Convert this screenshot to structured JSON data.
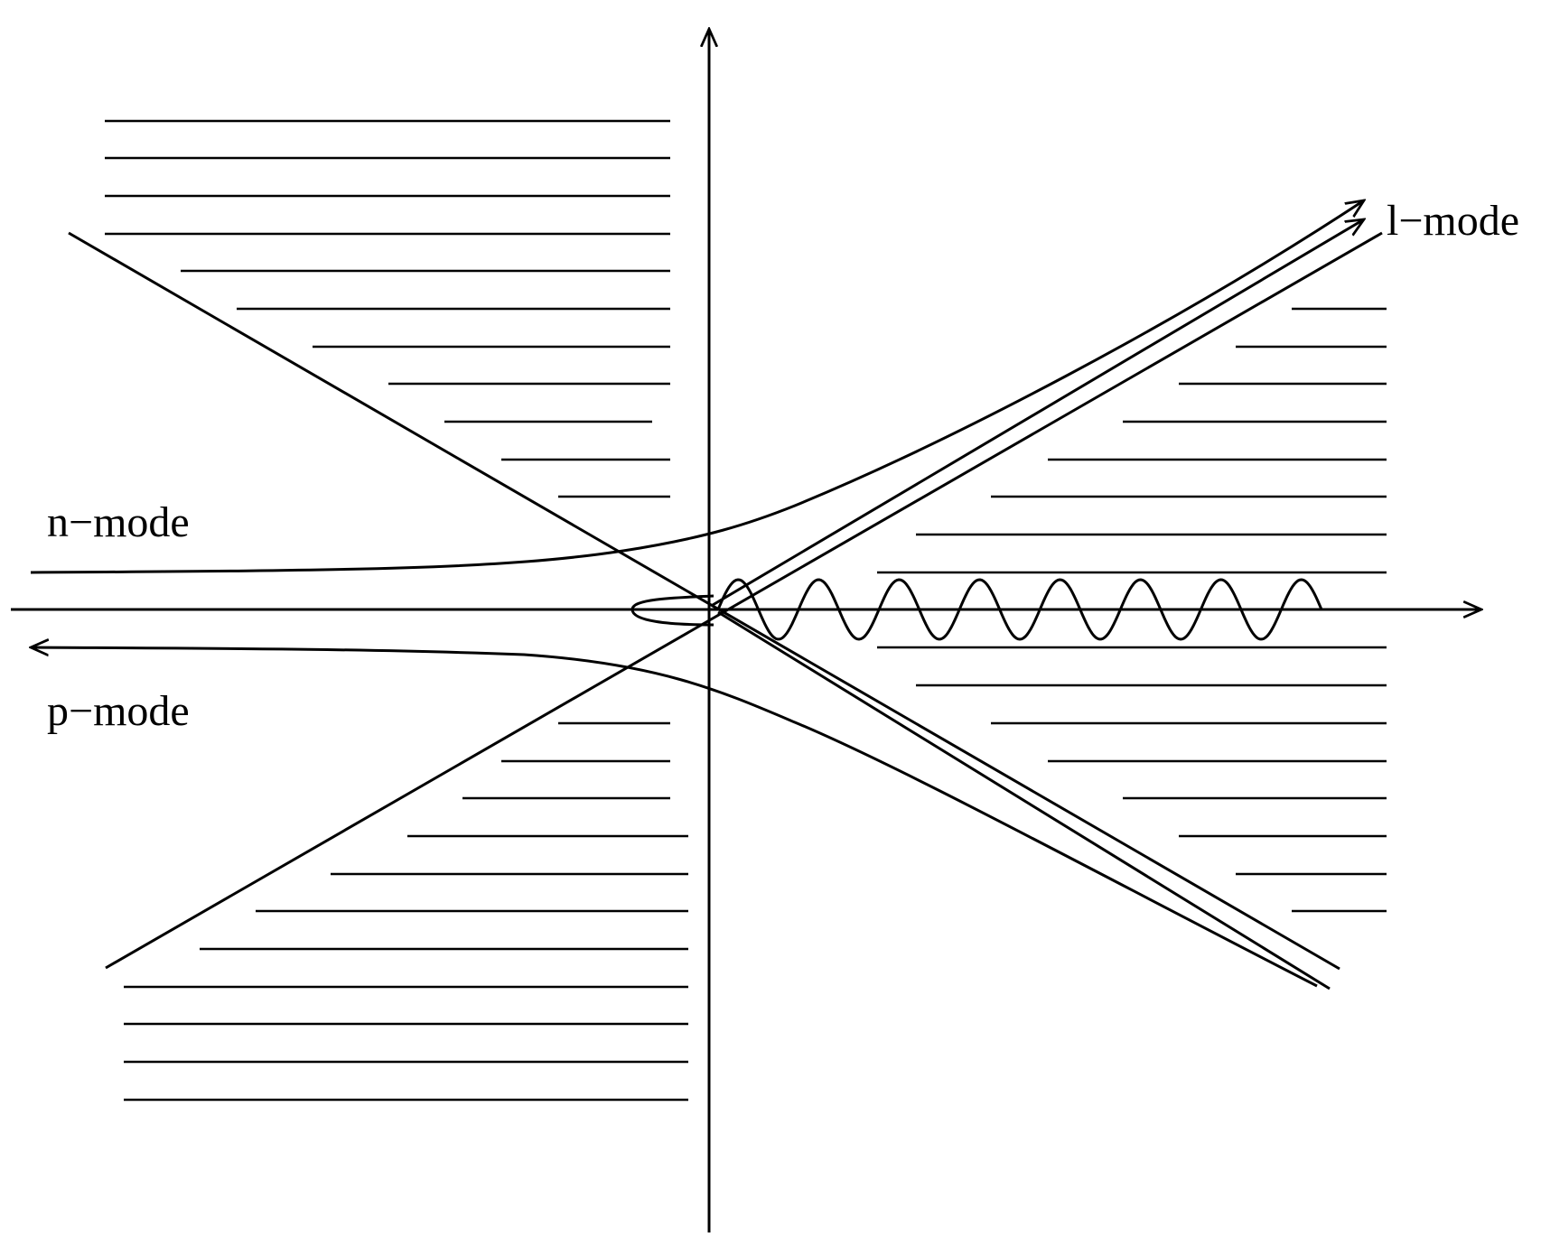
{
  "labels": {
    "n_mode": "n−mode",
    "p_mode": "p−mode",
    "l_mode": "l−mode"
  },
  "colors": {
    "ink": "#000000",
    "background": "#ffffff"
  }
}
